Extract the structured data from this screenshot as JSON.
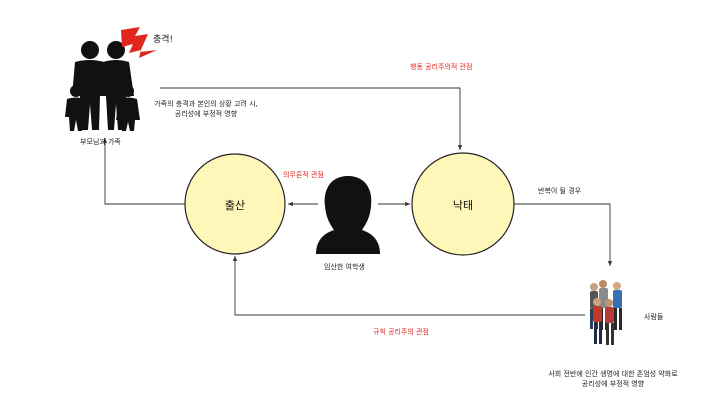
{
  "nodes": {
    "birth": "출산",
    "abortion": "낙태"
  },
  "actors": {
    "family_label": "부모님과 가족",
    "shock_label": "충격!",
    "student_label": "임산한 여학생",
    "people_label": "사람들"
  },
  "edges": {
    "act_util_view": "행동 공리주의적 관점",
    "deontic_view": "의무론적 관점",
    "rule_util_view": "규칙 공리주의 관점",
    "repeat_case": "반복이 될 경우"
  },
  "notes": {
    "family_effect_line1": "가족의 충격과 본인의 상황 고려 시,",
    "family_effect_line2": "공리성에 부정적 영향",
    "society_effect_line1": "사회 전반에 인간 생명에 대한 존엄성 약화로",
    "society_effect_line2": "공리성에 부정적 영향"
  },
  "colors": {
    "node_fill": "#fff6b9",
    "node_stroke": "#222222",
    "view_text": "#e0261f",
    "lightning": "#e0261f"
  }
}
